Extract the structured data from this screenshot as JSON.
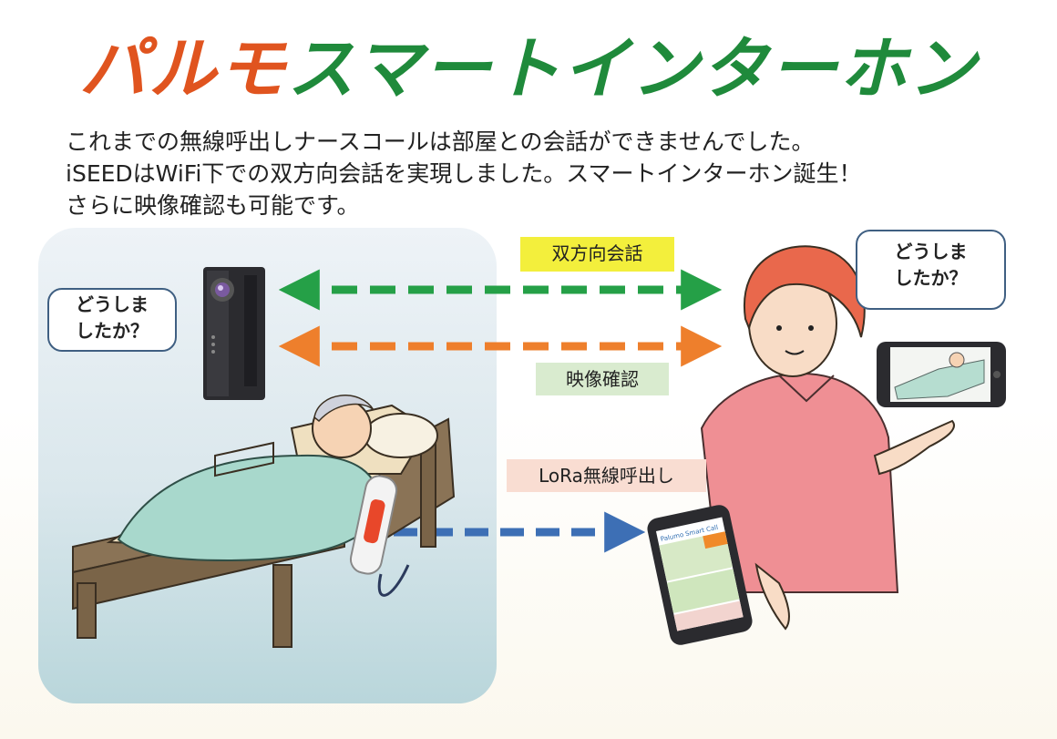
{
  "title": {
    "part1": "パルモ",
    "part2": "スマートインターホン"
  },
  "description": [
    "これまでの無線呼出しナースコールは部屋との会話ができませんでした。",
    "iSEEDはWiFi下での双方向会話を実現しました。スマートインターホン誕生！",
    "さらに映像確認も可能です。"
  ],
  "labels": {
    "two_way": "双方向会話",
    "video": "映像確認",
    "lora": "LoRa無線呼出し"
  },
  "bubbles": {
    "left": [
      "どうしま",
      "したか？"
    ],
    "right": [
      "どうしま",
      "したか？"
    ]
  },
  "phone_app": "Palumo Smart Call",
  "colors": {
    "title_orange": "#e0541f",
    "title_green": "#1f8a3b",
    "arrow_green": "#25a047",
    "arrow_orange": "#ee7f2c",
    "arrow_blue": "#3d6fb5",
    "label_yellow": "#f3ef3c",
    "label_lightgreen": "#d9ebcf",
    "label_pink": "#f9ddd2"
  },
  "icons": [
    "intercom-device",
    "patient-in-bed",
    "nurse-caller-device",
    "nurse",
    "video-phone",
    "smartphone"
  ]
}
